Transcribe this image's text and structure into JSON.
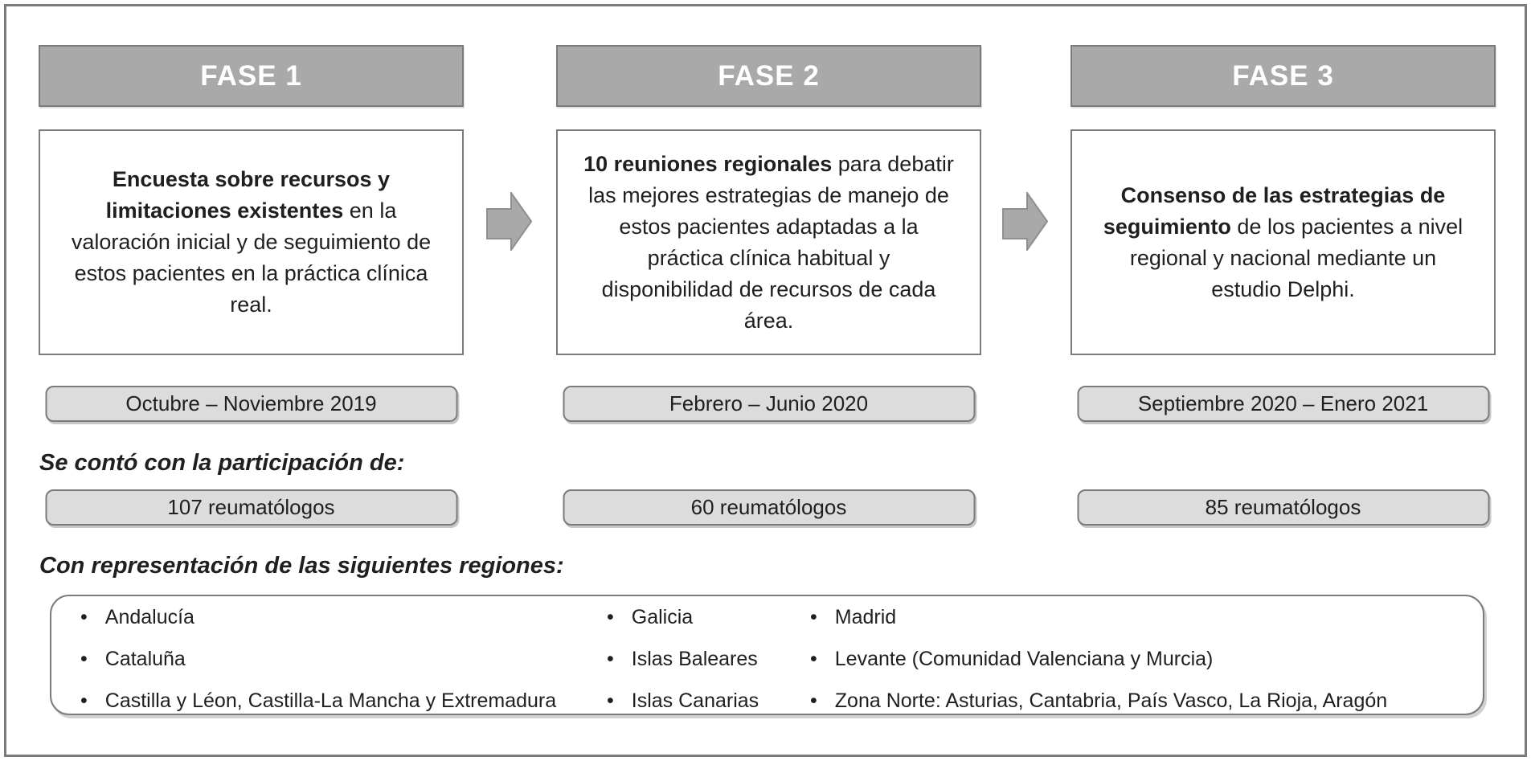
{
  "labels": {
    "participation": "Se contó con la participación de:",
    "regions": "Con representación de las siguientes regiones:"
  },
  "phases": [
    {
      "header": "FASE 1",
      "desc_bold": "Encuesta sobre recursos y limitaciones existentes",
      "desc_rest": " en la valoración inicial y de seguimiento de estos pacientes en la práctica clínica real.",
      "date_range": "Octubre – Noviembre 2019",
      "participants": "107 reumatólogos"
    },
    {
      "header": "FASE 2",
      "desc_bold": "10 reuniones regionales",
      "desc_rest": " para debatir las mejores estrategias de manejo de estos pacientes adaptadas a la práctica clínica habitual y disponibilidad de recursos de cada área.",
      "date_range": "Febrero – Junio 2020",
      "participants": "60 reumatólogos"
    },
    {
      "header": "FASE 3",
      "desc_bold": "Consenso de las estrategias de seguimiento",
      "desc_rest": " de los pacientes a nivel regional y nacional mediante un estudio Delphi.",
      "date_range": "Septiembre 2020 – Enero 2021",
      "participants": "85 reumatólogos"
    }
  ],
  "regions": {
    "bullet_glyph": "•",
    "columns": [
      {
        "items": [
          "Andalucía",
          "Cataluña",
          "Castilla y Léon, Castilla-La Mancha y Extremadura"
        ]
      },
      {
        "items": [
          "Galicia",
          "Islas Baleares",
          "Islas Canarias"
        ]
      },
      {
        "items": [
          "Madrid",
          "Levante (Comunidad Valenciana y Murcia)",
          "Zona Norte: Asturias, Cantabria, País Vasco, La Rioja, Aragón"
        ]
      }
    ]
  },
  "colors": {
    "header_fill": "#a9a9a9",
    "header_text": "#ffffff",
    "box_border": "#7b7b7b",
    "pill_fill": "#dcdcdc",
    "arrow_fill": "#a9a9a9",
    "arrow_stroke": "#8f8f8f",
    "text_color": "#1f1f1f"
  }
}
